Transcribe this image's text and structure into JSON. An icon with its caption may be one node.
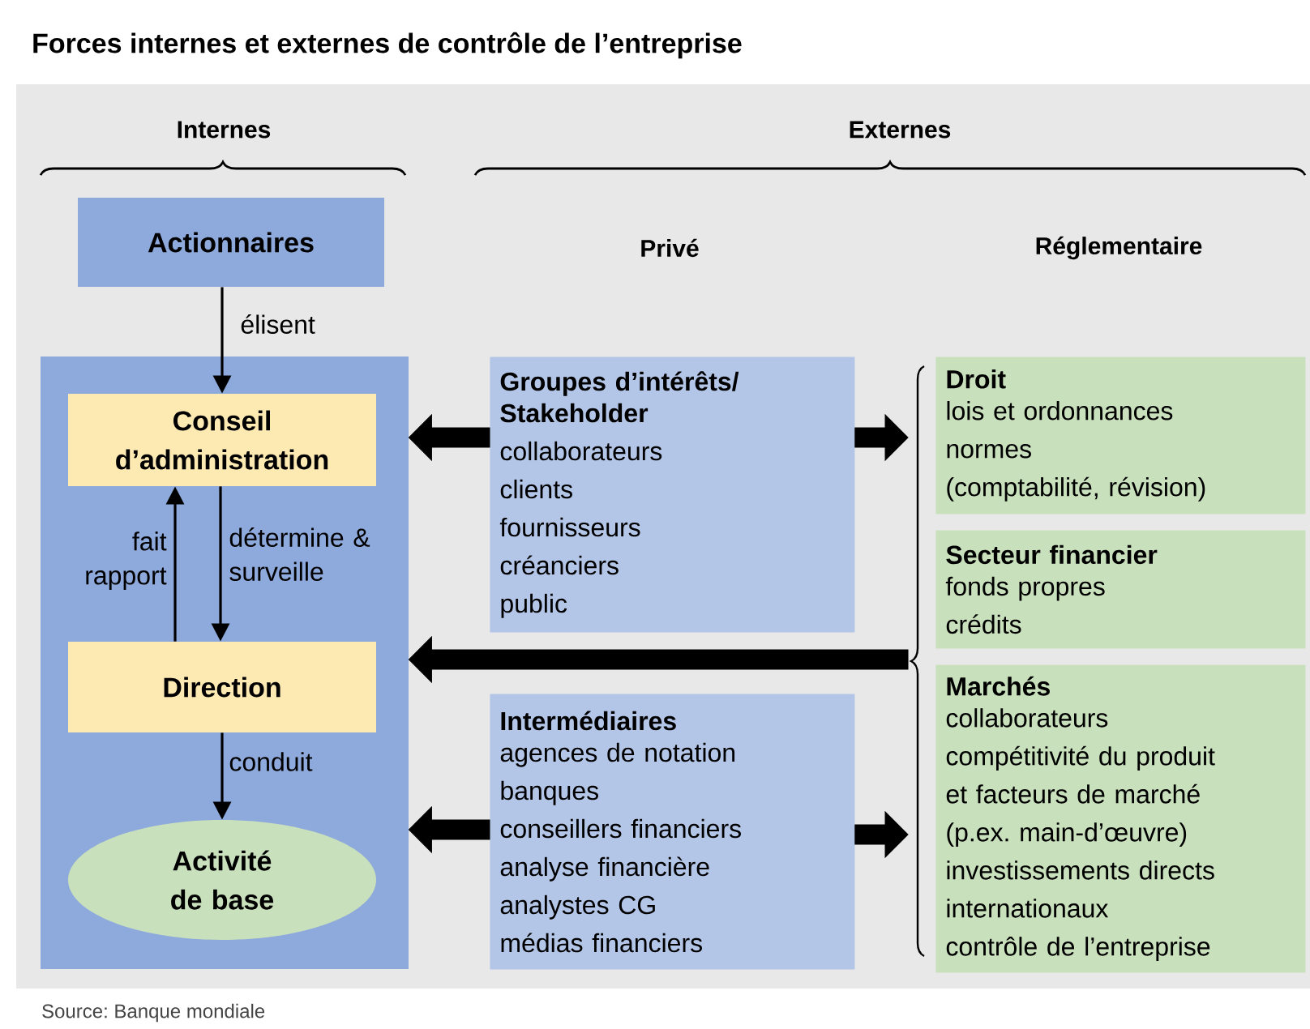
{
  "diagram": {
    "title": "Forces internes et externes de contrôle de l’entreprise",
    "nodes": [
      {
        "text": [
          "Actionnaires"
        ]
      },
      {
        "text": [],
        "shape": "box"
      },
      {
        "text": [
          "Conseil d’administration"
        ],
        "in": 1
      },
      {
        "text": [
          "Direction"
        ],
        "in": 1
      },
      {
        "text": [
          "Activité de base"
        ],
        "in": 1
      },
      {
        "text": [
          "Groupes d’intérêts/ Stakeholder",
          "collaborateurs",
          "clients",
          "fournisseurs",
          "créanciers",
          "public"
        ]
      },
      {
        "text": [
          "Intermédiaires",
          "agences de notation",
          "banques",
          "conseillers financiers",
          "analyse financière",
          "analystes CG",
          "médias financiers"
        ]
      },
      {
        "text": [
          "Droit",
          "lois et ordonnances",
          "normes",
          "(comptabilité, révision)"
        ]
      },
      {
        "text": [
          "Secteur financier",
          "fonds propres",
          "crédits"
        ]
      },
      {
        "text": [
          "Marchés",
          "collaborateurs",
          "compétitivité du produit",
          "et facteurs de marché",
          "(p.ex. main-d’œuvre)",
          "investissements directs",
          "internationaux",
          "contrôle de l’entreprise"
        ]
      }
    ],
    "edges": [
      {
        "from": 0,
        "to": 2,
        "arrow": "to",
        "label": "élisent"
      },
      {
        "from": 3,
        "to": 2,
        "arrow": "to",
        "label": "fait rapport"
      },
      {
        "from": 2,
        "to": 3,
        "arrow": "to",
        "label": "détermine & surveille"
      },
      {
        "from": 3,
        "to": 4,
        "arrow": "to",
        "label": "conduit"
      },
      {
        "from": 5,
        "to": 1,
        "arrow": "to",
        "style": "thick"
      },
      {
        "from": 5,
        "to": 7,
        "arrow": "to",
        "style": "thick"
      },
      {
        "from": 8,
        "to": 1,
        "arrow": "to",
        "style": "thick"
      },
      {
        "from": 6,
        "to": 1,
        "arrow": "to",
        "style": "thick"
      },
      {
        "from": 6,
        "to": 9,
        "arrow": "to",
        "style": "thick"
      }
    ],
    "labels": [
      "Internes",
      "Externes",
      "Privé",
      "Réglementaire",
      "Source: Banque mondiale"
    ]
  }
}
